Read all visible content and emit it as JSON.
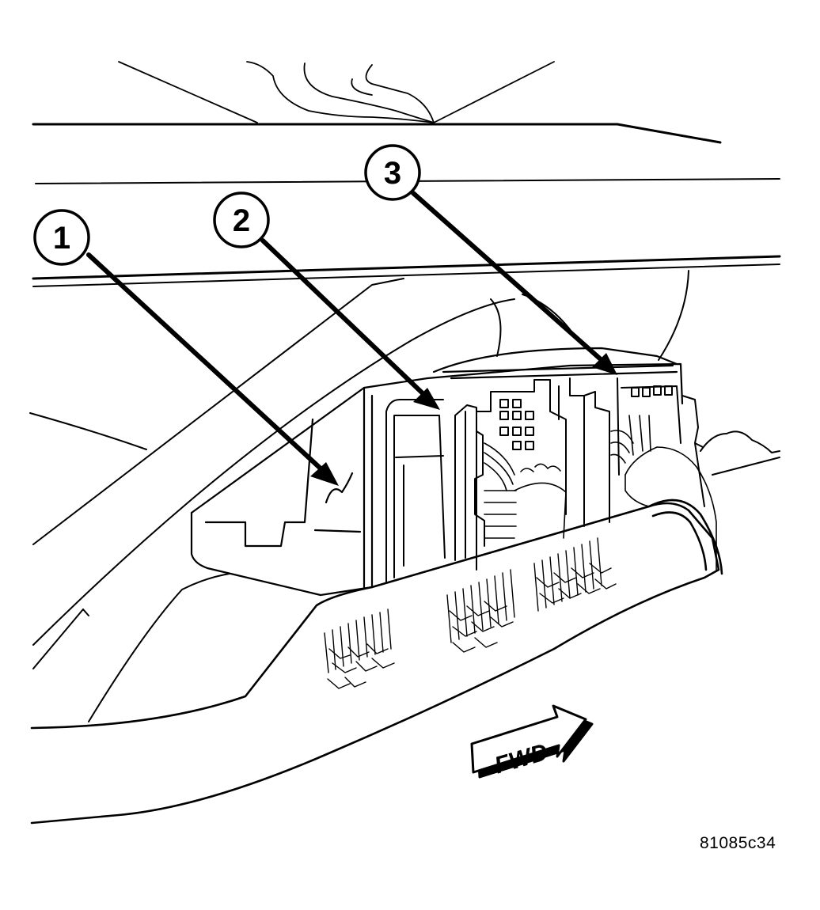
{
  "callouts": [
    {
      "label": "1"
    },
    {
      "label": "2"
    },
    {
      "label": "3"
    }
  ],
  "direction_label": "FWD",
  "figure_id": "81085c34"
}
